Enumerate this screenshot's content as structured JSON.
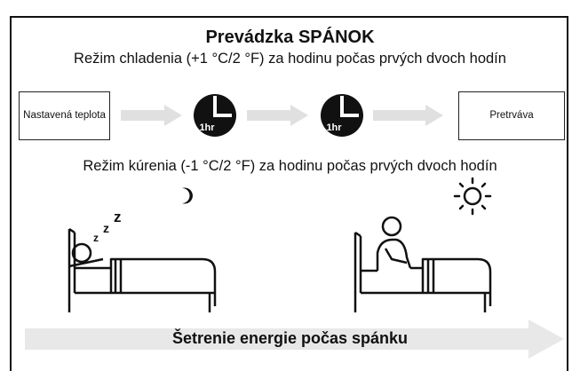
{
  "title": "Prevádzka SPÁNOK",
  "cooling_text": "Režim chladenia (+1 °C/2 °F) za hodinu počas prvých dvoch hodín",
  "heating_text": "Režim kúrenia (-1 °C/2 °F) za hodinu počas prvých dvoch hodín",
  "flow": {
    "start_label": "Nastavená teplota",
    "end_label": "Pretrváva",
    "clocks": [
      {
        "label": "1hr"
      },
      {
        "label": "1hr"
      }
    ]
  },
  "energy_saving_label": "Šetrenie energie počas spánku",
  "icons": [
    "moon-icon",
    "sun-icon",
    "sleeping-bed-icon",
    "awake-bed-icon",
    "clock-icon"
  ],
  "colors": {
    "arrow": "#e0e0e0",
    "big_arrow": "#e8e8e8",
    "clock": "#111111",
    "frame": "#111111"
  }
}
